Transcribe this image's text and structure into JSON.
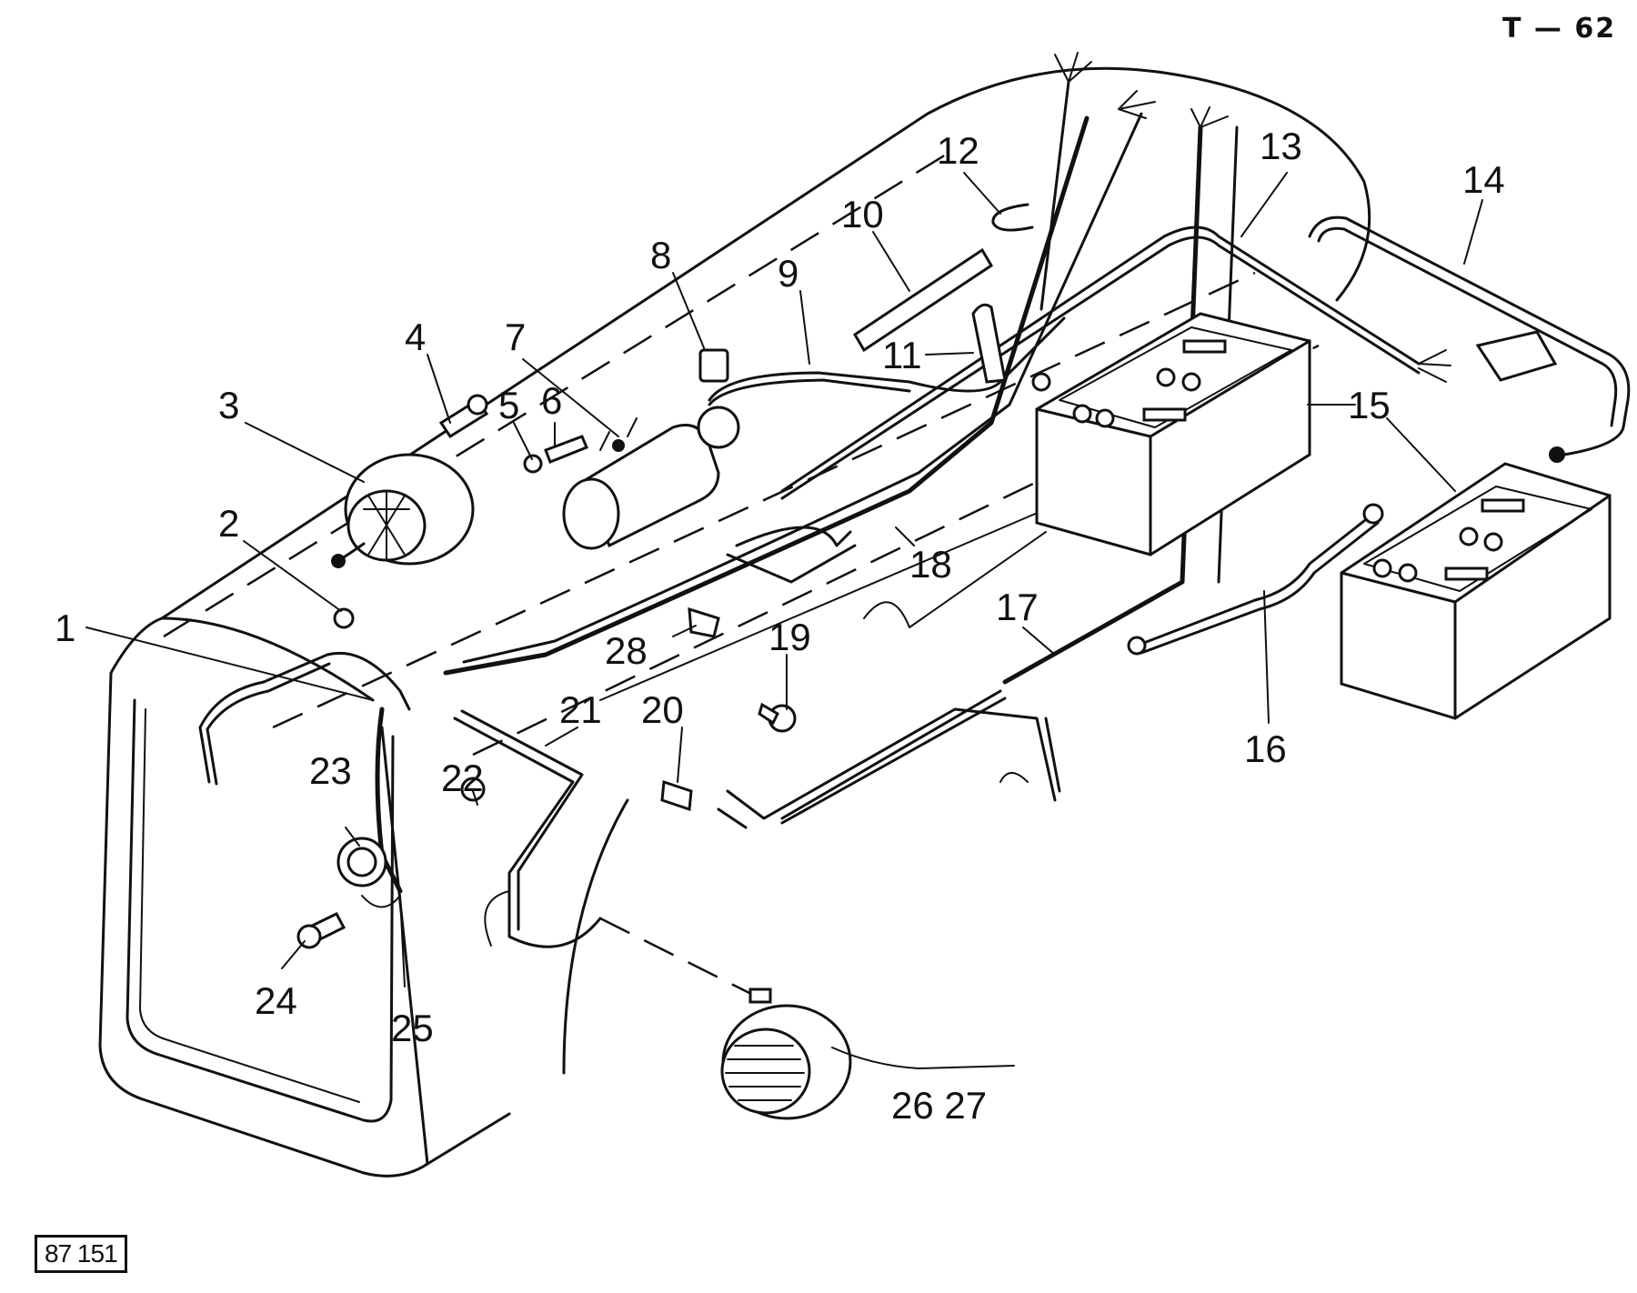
{
  "page_code": "T — 62",
  "figure_number": "87 151",
  "callouts": [
    "1",
    "2",
    "3",
    "4",
    "5",
    "6",
    "7",
    "8",
    "9",
    "10",
    "11",
    "12",
    "13",
    "14",
    "15",
    "15",
    "16",
    "17",
    "18",
    "19",
    "20",
    "21",
    "22",
    "23",
    "24",
    "25",
    "26 27",
    "28"
  ]
}
